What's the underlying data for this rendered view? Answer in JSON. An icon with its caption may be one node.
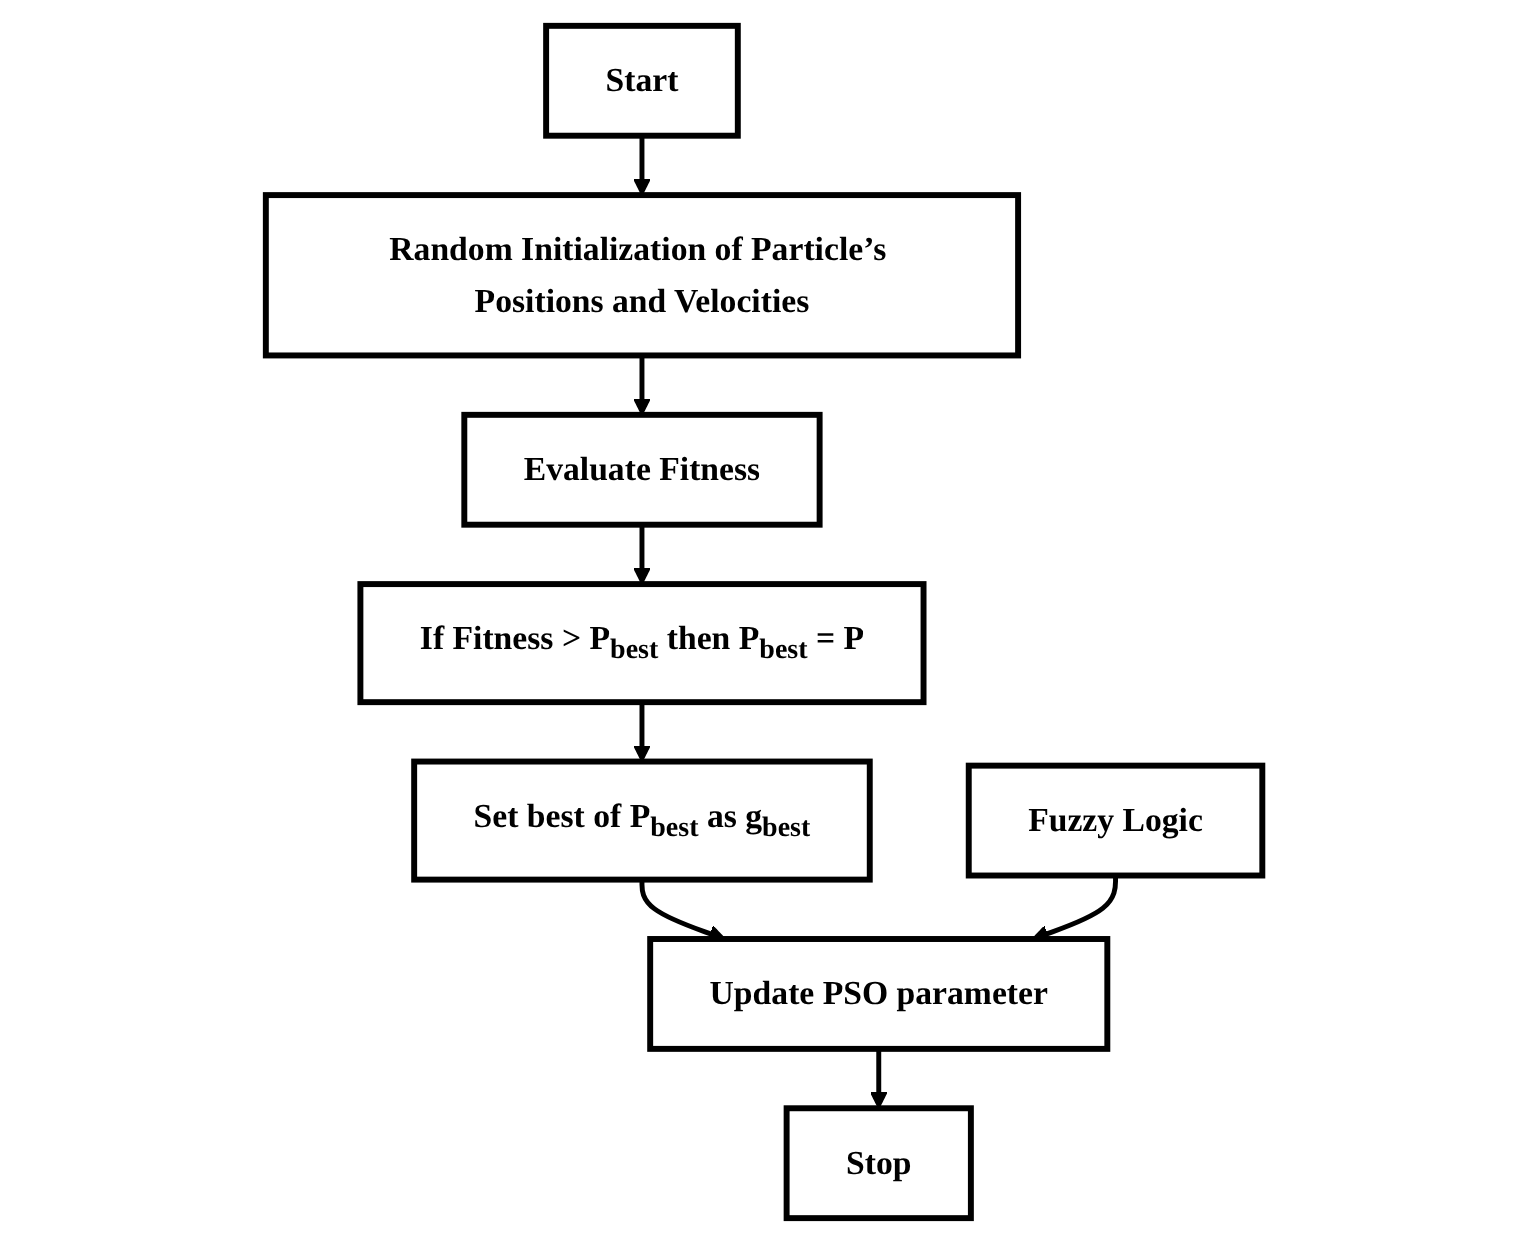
{
  "diagram": {
    "nodes": [
      {
        "text": [
          "Start"
        ]
      },
      {
        "text": [
          "Random Initialization of Particle’s Positions and Velocities"
        ]
      },
      {
        "text": [
          "Evaluate Fitness"
        ]
      },
      {
        "text": [
          "If Fitness > P$_{best}$ then P$_{best}$ = P"
        ]
      },
      {
        "text": [
          "Set best of P$_{best}$ as g$_{best}$"
        ]
      },
      {
        "text": [
          "Update PSO parameter"
        ]
      },
      {
        "text": [
          "Fuzzy Logic"
        ]
      },
      {
        "text": [
          "Stop"
        ]
      }
    ],
    "edges": [
      {
        "from": 0,
        "to": 1,
        "arrow": "to"
      },
      {
        "from": 1,
        "to": 2,
        "arrow": "to"
      },
      {
        "from": 2,
        "to": 3,
        "arrow": "to"
      },
      {
        "from": 3,
        "to": 4,
        "arrow": "to"
      },
      {
        "from": 4,
        "to": 5,
        "arrow": "to"
      },
      {
        "from": 6,
        "to": 5,
        "arrow": "to"
      },
      {
        "from": 5,
        "to": 7,
        "arrow": "to"
      }
    ]
  }
}
